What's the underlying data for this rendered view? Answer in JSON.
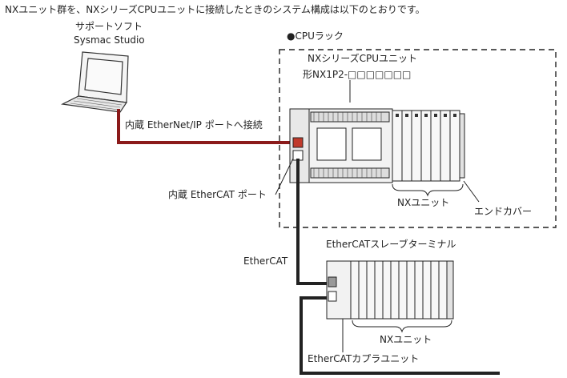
{
  "caption": "NXユニット群を、NXシリーズCPUユニットに接続したときのシステム構成は以下のとおりです。",
  "pc": {
    "label_line1": "サポートソフト",
    "label_line2": "Sysmac Studio"
  },
  "rack": {
    "title": "●CPUラック",
    "cpu_unit_name": "NXシリーズCPUユニット",
    "cpu_model": "形NX1P2-□□□□□□□",
    "nx_units_label": "NXユニット",
    "end_cover_label": "エンドカバー"
  },
  "ports": {
    "ethernet_ip": "内蔵 EtherNet/IP ポートへ接続",
    "ethercat": "内蔵 EtherCAT ポート"
  },
  "ethercat_cable_label": "EtherCAT",
  "slave_terminal": {
    "title": "EtherCATスレーブターミナル",
    "nx_units_label": "NXユニット",
    "coupler_label": "EtherCATカプラユニット"
  },
  "colors": {
    "ethernet_cable": "#8b1a1a",
    "ethercat_cable": "#222222",
    "port_highlight": "#c0392b"
  }
}
